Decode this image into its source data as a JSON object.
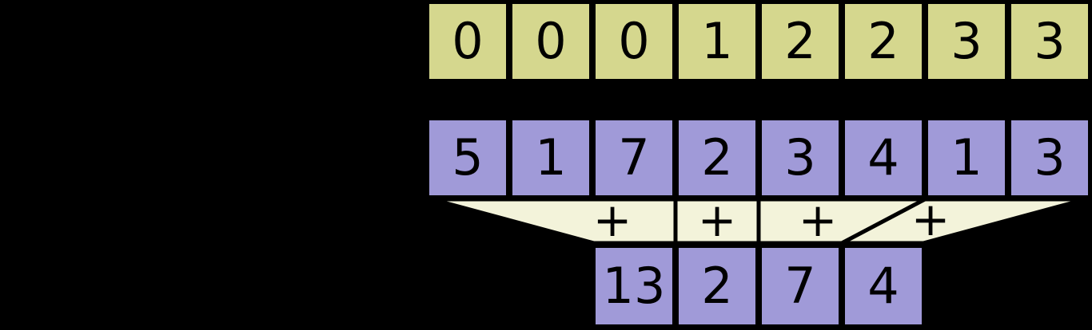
{
  "colors": {
    "background": "#000000",
    "keys_fill": "#d5d78e",
    "values_fill": "#a09ad8",
    "results_fill": "#a09ad8",
    "funnel_fill": "#f3f3da",
    "outline": "#000000"
  },
  "keys_row": {
    "cells": [
      "0",
      "0",
      "0",
      "1",
      "2",
      "2",
      "3",
      "3"
    ]
  },
  "values_row": {
    "cells": [
      "5",
      "1",
      "7",
      "2",
      "3",
      "4",
      "1",
      "3"
    ]
  },
  "funnel": {
    "operators": [
      "+",
      "+",
      "+",
      "+"
    ]
  },
  "results_row": {
    "cells": [
      "13",
      "2",
      "7",
      "4"
    ]
  }
}
